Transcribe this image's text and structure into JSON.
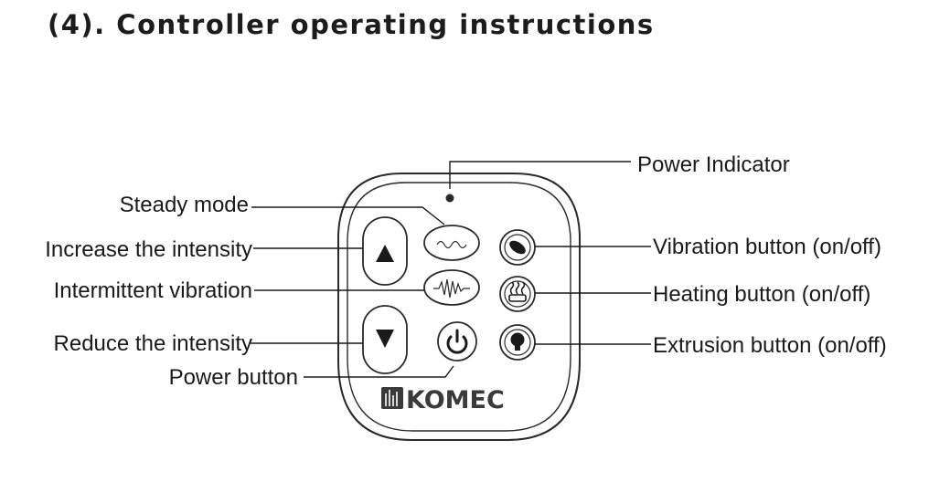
{
  "heading": "(4). Controller operating instructions",
  "brand": "KOMEC",
  "labels": {
    "power_indicator": "Power Indicator",
    "steady_mode": "Steady mode",
    "increase_intensity": "Increase the intensity",
    "intermittent_vibration": "Intermittent vibration",
    "reduce_intensity": "Reduce the intensity",
    "power_button": "Power button",
    "vibration_button": "Vibration button (on/off)",
    "heating_button": "Heating button (on/off)",
    "extrusion_button": "Extrusion button (on/off)"
  },
  "icons": {
    "power_indicator": "indicator-dot",
    "increase": "triangle-up-icon",
    "reduce": "triangle-down-icon",
    "steady": "wave-icon",
    "intermittent": "zigzag-wave-icon",
    "power": "power-icon",
    "vibration": "vibration-icon",
    "heating": "heat-icon",
    "extrusion": "bulb-icon",
    "logo": "komec-logo-icon"
  }
}
